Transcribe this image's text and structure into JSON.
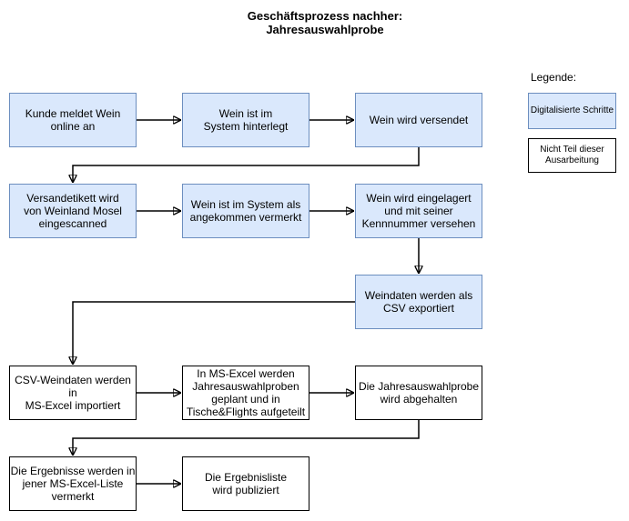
{
  "title": {
    "line1": "Geschäftsprozess nachher:",
    "line2": "Jahresauswahlprobe"
  },
  "legend": {
    "heading": "Legende:",
    "items": [
      {
        "label": "Digitalisierte Schritte",
        "type": "digital"
      },
      {
        "label": "Nicht Teil dieser\nAusarbeitung",
        "type": "manual"
      }
    ]
  },
  "colors": {
    "digital_fill": "#dae8fc",
    "digital_border": "#6c8ebf",
    "manual_fill": "#ffffff",
    "manual_border": "#000000",
    "connector": "#000000",
    "text": "#000000",
    "background": "#ffffff"
  },
  "nodes": [
    {
      "label": "Kunde meldet Wein\nonline an",
      "type": "digital"
    },
    {
      "label": "Wein ist im\nSystem hinterlegt",
      "type": "digital"
    },
    {
      "label": "Wein wird versendet",
      "type": "digital"
    },
    {
      "label": "Versandetikett wird\nvon Weinland Mosel\neingescanned",
      "type": "digital"
    },
    {
      "label": "Wein ist im System als\nangekommen vermerkt",
      "type": "digital"
    },
    {
      "label": "Wein wird eingelagert\nund mit seiner\nKennnummer versehen",
      "type": "digital"
    },
    {
      "label": "Weindaten werden als\nCSV exportiert",
      "type": "digital"
    },
    {
      "label": "CSV-Weindaten werden\nin\nMS-Excel importiert",
      "type": "manual"
    },
    {
      "label": "In MS-Excel werden\nJahresauswahlproben\ngeplant und in\nTische&Flights aufgeteilt",
      "type": "manual"
    },
    {
      "label": "Die Jahresauswahlprobe\nwird abgehalten",
      "type": "manual"
    },
    {
      "label": "Die Ergebnisse werden in\njener MS-Excel-Liste\nvermerkt",
      "type": "manual"
    },
    {
      "label": "Die Ergebnisliste\nwird publiziert",
      "type": "manual"
    }
  ]
}
